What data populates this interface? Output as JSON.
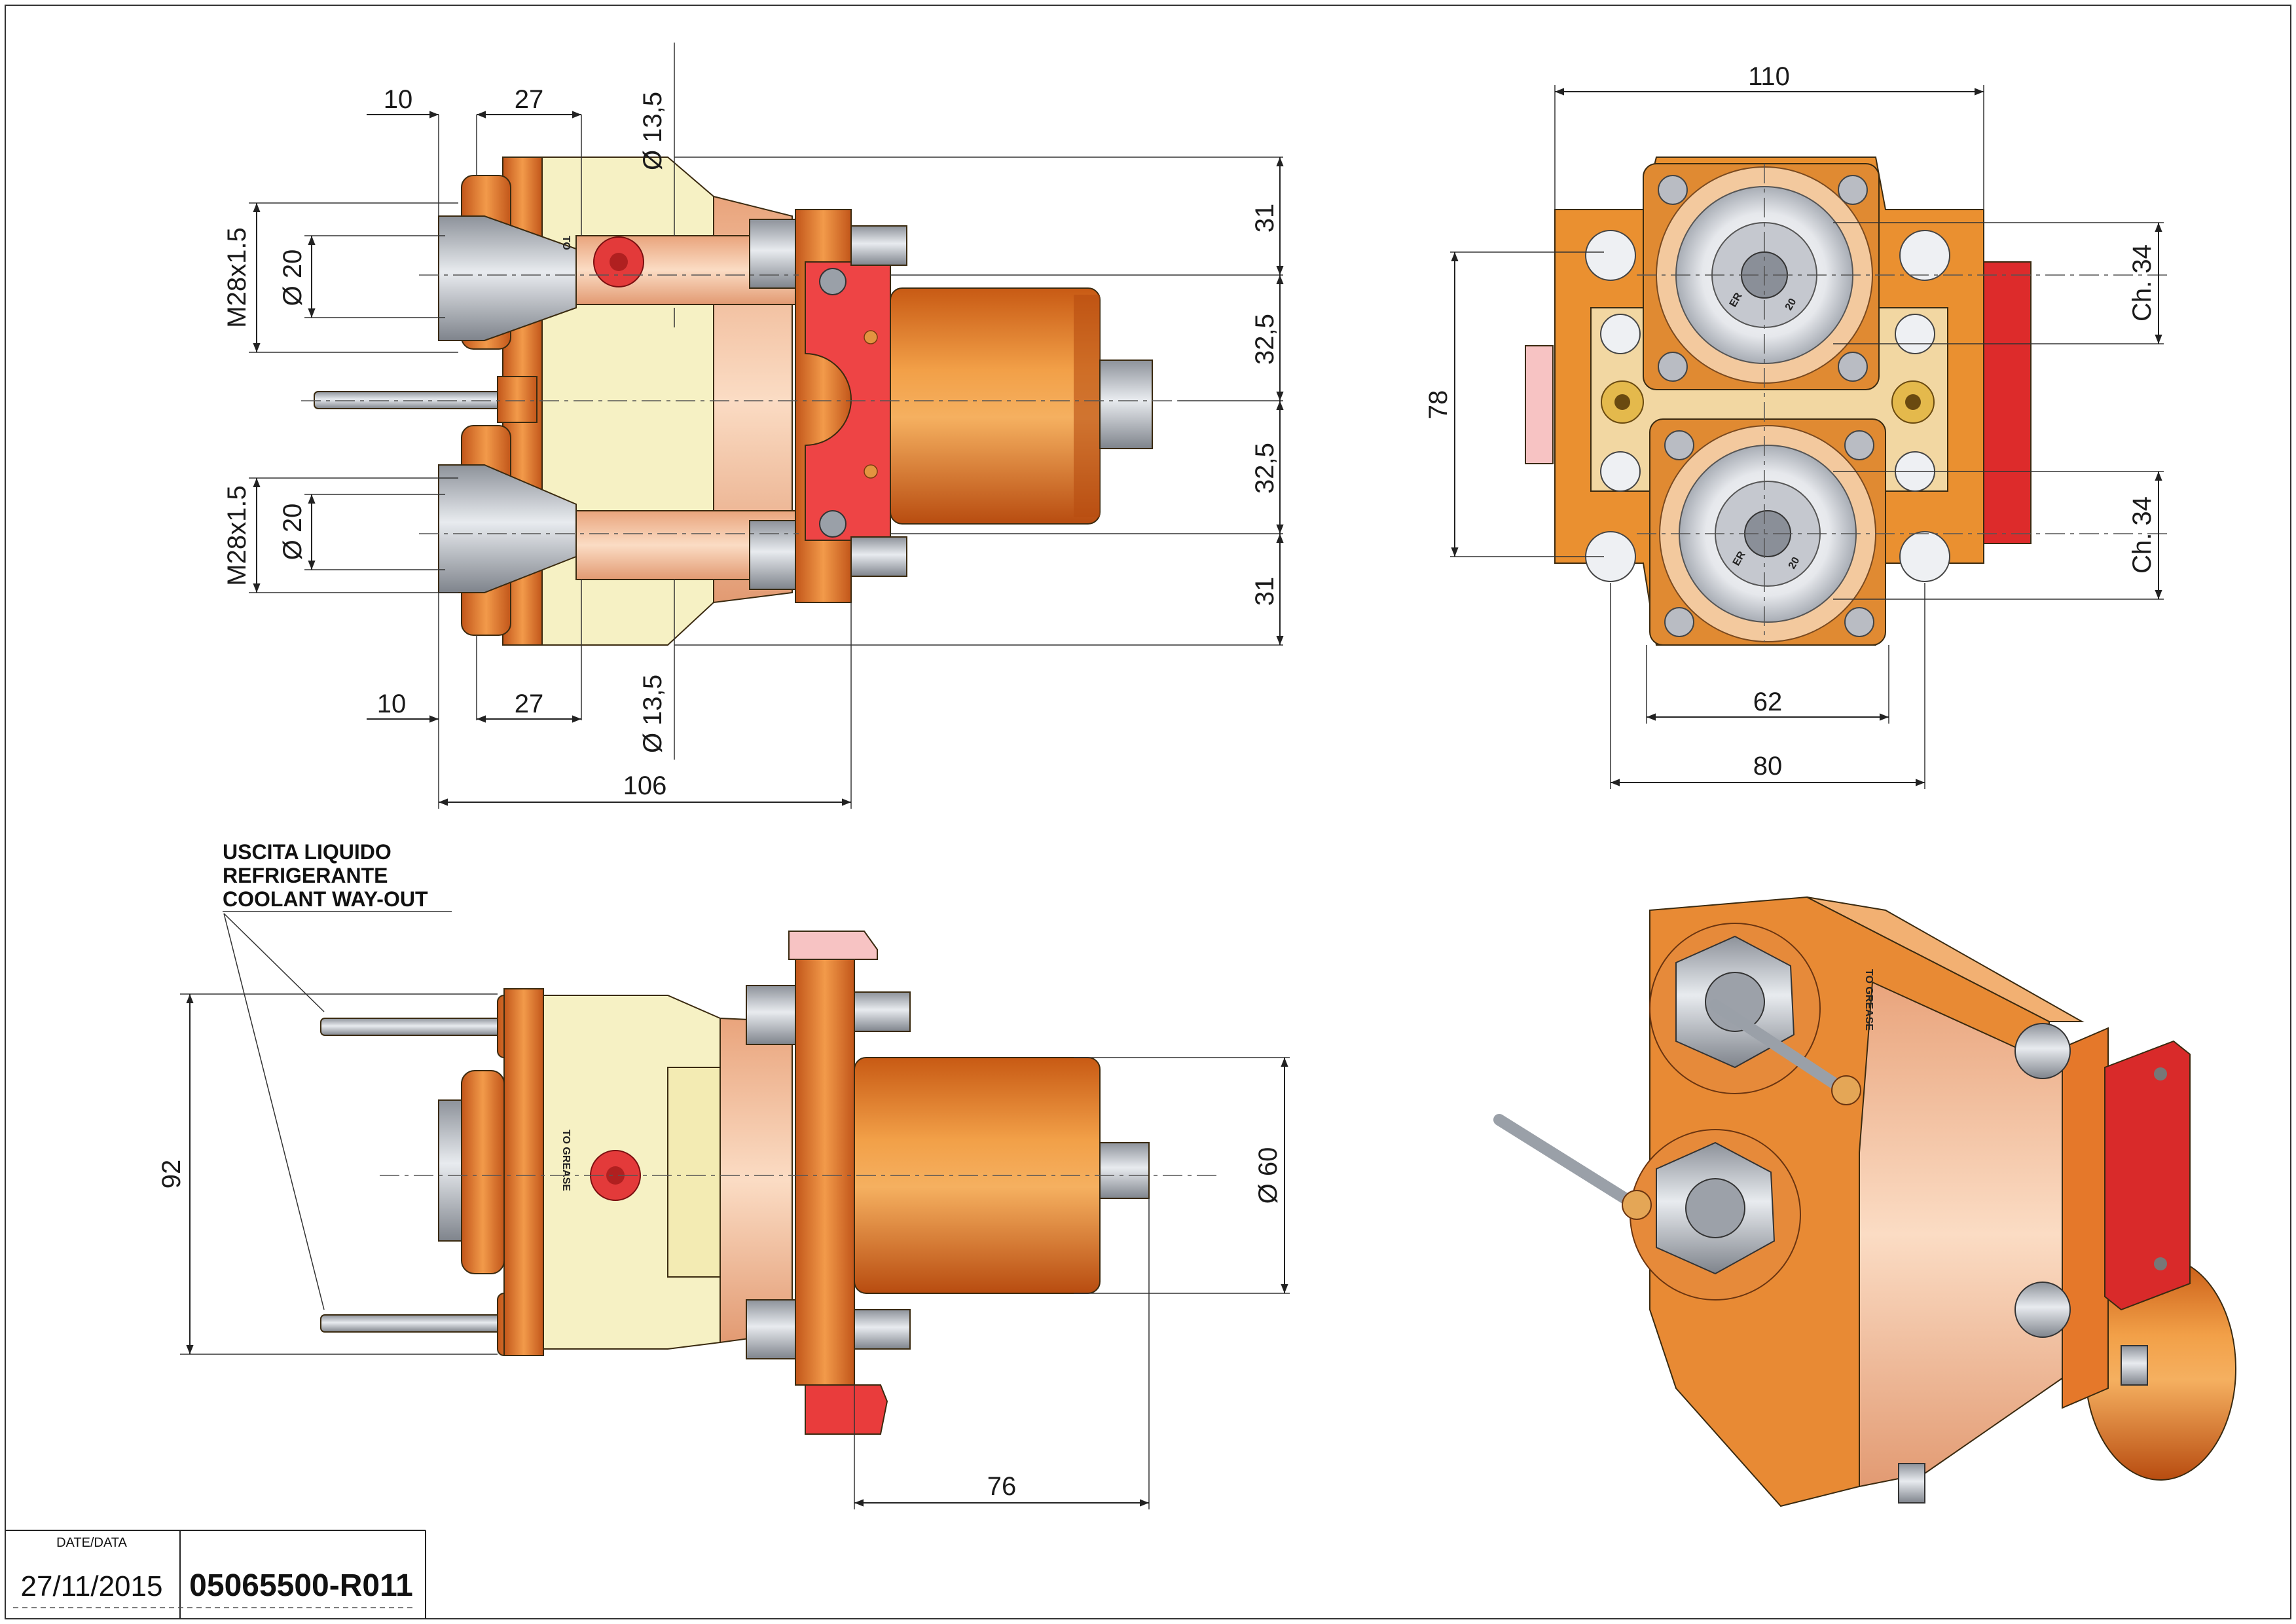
{
  "colors": {
    "orange": "#e98a2c",
    "orange_dark": "#c4621a",
    "copper": "#d9782c",
    "cream": "#f6f0c0",
    "salmon": "#f4c6a4",
    "red": "#e8383a",
    "pink": "#f4b8b8",
    "steel": "#b8bcc4",
    "light_steel": "#dcdfe4"
  },
  "front_view": {
    "dim_top_10": "10",
    "dim_top_27": "27",
    "dim_top_diam": "Ø 13,5",
    "dim_bot_10": "10",
    "dim_bot_27": "27",
    "dim_bot_diam": "Ø 13,5",
    "dim_length": "106",
    "thread_upper": "M28x1.5",
    "diam_upper": "Ø 20",
    "thread_lower": "M28x1.5",
    "diam_lower": "Ø 20",
    "right_31_top": "31",
    "right_32_5_top": "32,5",
    "right_32_5_bot": "32,5",
    "right_31_bot": "31",
    "engrave": "TO"
  },
  "end_view": {
    "dim_width": "110",
    "dim_height": "78",
    "dim_62": "62",
    "dim_80": "80",
    "ch_upper": "Ch. 34",
    "ch_lower": "Ch. 34",
    "collet_er_upper": "ER",
    "collet_size_upper": "20",
    "collet_er_lower": "ER",
    "collet_size_lower": "20"
  },
  "side_view": {
    "note_line1": "USCITA LIQUIDO",
    "note_line2": "REFRIGERANTE",
    "note_line3": "COOLANT WAY-OUT",
    "dim_92": "92",
    "dim_60": "Ø 60",
    "dim_76": "76",
    "engrave": "TO GREASE"
  },
  "iso_view": {
    "engrave": "TO GREASE"
  },
  "title_block": {
    "date_label": "DATE/DATA",
    "date_value": "27/11/2015",
    "drawing_code": "05065500-R011"
  }
}
